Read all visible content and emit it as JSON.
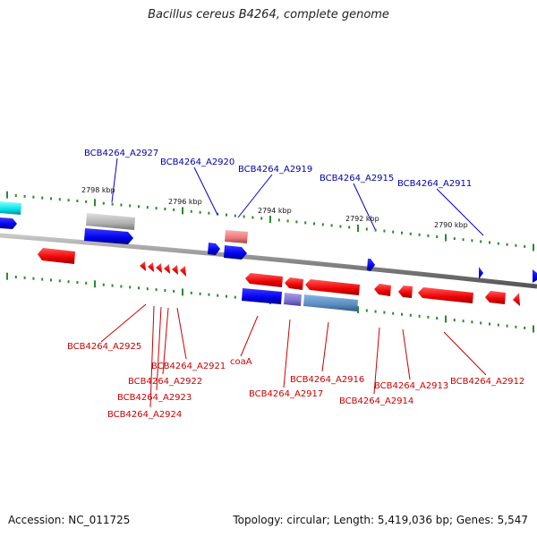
{
  "title": "Bacillus cereus B4264, complete genome",
  "footer": {
    "accession": "Accession: NC_011725",
    "summary": "Topology: circular; Length: 5,419,036 bp; Genes: 5,547"
  },
  "colors": {
    "forward_label": "#0000aa",
    "reverse_label": "#cc0000",
    "tick": "#2a8a2a",
    "backbone": "#888888"
  },
  "scale_labels": [
    "2798 kbp",
    "2796 kbp",
    "2794 kbp",
    "2792 kbp",
    "2790 kbp"
  ],
  "forward_labels": [
    "BCB4264_A2927",
    "BCB4264_A2920",
    "BCB4264_A2919",
    "BCB4264_A2915",
    "BCB4264_A2911"
  ],
  "reverse_labels": [
    "BCB4264_A2925",
    "BCB4264_A2921",
    "BCB4264_A2922",
    "BCB4264_A2923",
    "BCB4264_A2924",
    "coaA",
    "BCB4264_A2917",
    "BCB4264_A2916",
    "BCB4264_A2914",
    "BCB4264_A2913",
    "BCB4264_A2912"
  ]
}
